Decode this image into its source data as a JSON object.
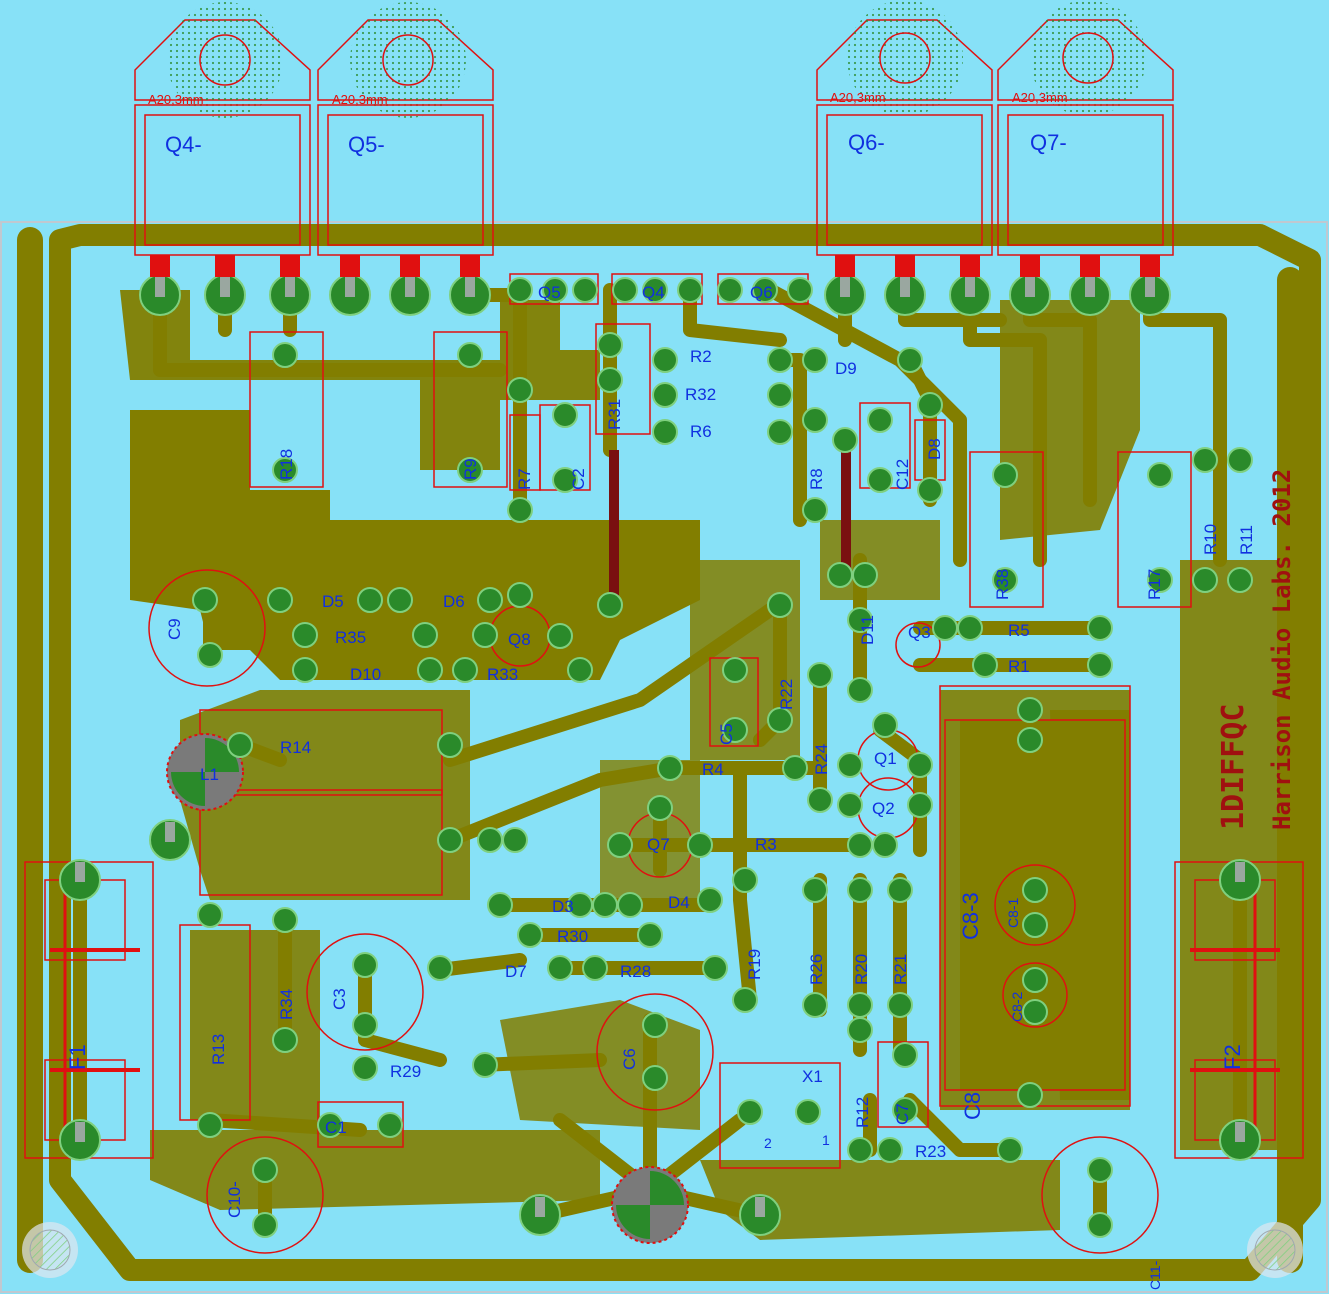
{
  "heatsink_labels": [
    {
      "ref": "Q4-",
      "size": "A20,3mm"
    },
    {
      "ref": "Q5-",
      "size": "A20,3mm"
    },
    {
      "ref": "Q6-",
      "size": "A20,3mm"
    },
    {
      "ref": "Q7-",
      "size": "A20,3mm"
    }
  ],
  "components": {
    "Q5": "Q5",
    "Q4": "Q4",
    "Q6": "Q6",
    "R2": "R2",
    "R32": "R32",
    "R6": "R6",
    "R31": "R31",
    "D9": "D9",
    "D8": "D8",
    "C12": "C12",
    "R8": "R8",
    "R18": "R18",
    "R9": "R9",
    "R7": "R7",
    "C2": "C2",
    "R38": "R38",
    "R17": "R17",
    "R10": "R10",
    "R11": "R11",
    "C9": "C9",
    "D5": "D5",
    "D6": "D6",
    "R35": "R35",
    "Q8": "Q8",
    "D10": "D10",
    "R33": "R33",
    "D11": "D11",
    "Q3": "Q3",
    "R5": "R5",
    "R1": "R1",
    "C5": "C5",
    "R22": "R22",
    "R24": "R24",
    "R14": "R14",
    "L1": "L1",
    "R4": "R4",
    "Q1": "Q1",
    "Q2": "Q2",
    "Q7": "Q7",
    "R3": "R3",
    "D3": "D3",
    "D4": "D4",
    "R30": "R30",
    "R19": "R19",
    "R26": "R26",
    "R20": "R20",
    "R21": "R21",
    "C8-3": "C8-3",
    "C8-1": "C8-1",
    "C8-2": "C8-2",
    "C8": "C8",
    "D7": "D7",
    "R28": "R28",
    "C3": "C3",
    "R34": "R34",
    "F1": "F1",
    "F2": "F2",
    "R13": "R13",
    "R29": "R29",
    "C6": "C6",
    "X1": "X1",
    "X1_pin2": "2",
    "X1_pin1": "1",
    "R12": "R12",
    "C7": "C7",
    "R23": "R23",
    "C1": "C1",
    "C10": "C10-",
    "C11": "C11-"
  },
  "board_title": "1DIFFQC",
  "board_credit": "Harrison Audio Labs. 2012",
  "colors": {
    "background": "#87e1f7",
    "copper": "#827e00",
    "pad": "#2a8a2a",
    "silkscreen": "#e01010",
    "labels": "#1030e0",
    "brand": "#a01010"
  }
}
